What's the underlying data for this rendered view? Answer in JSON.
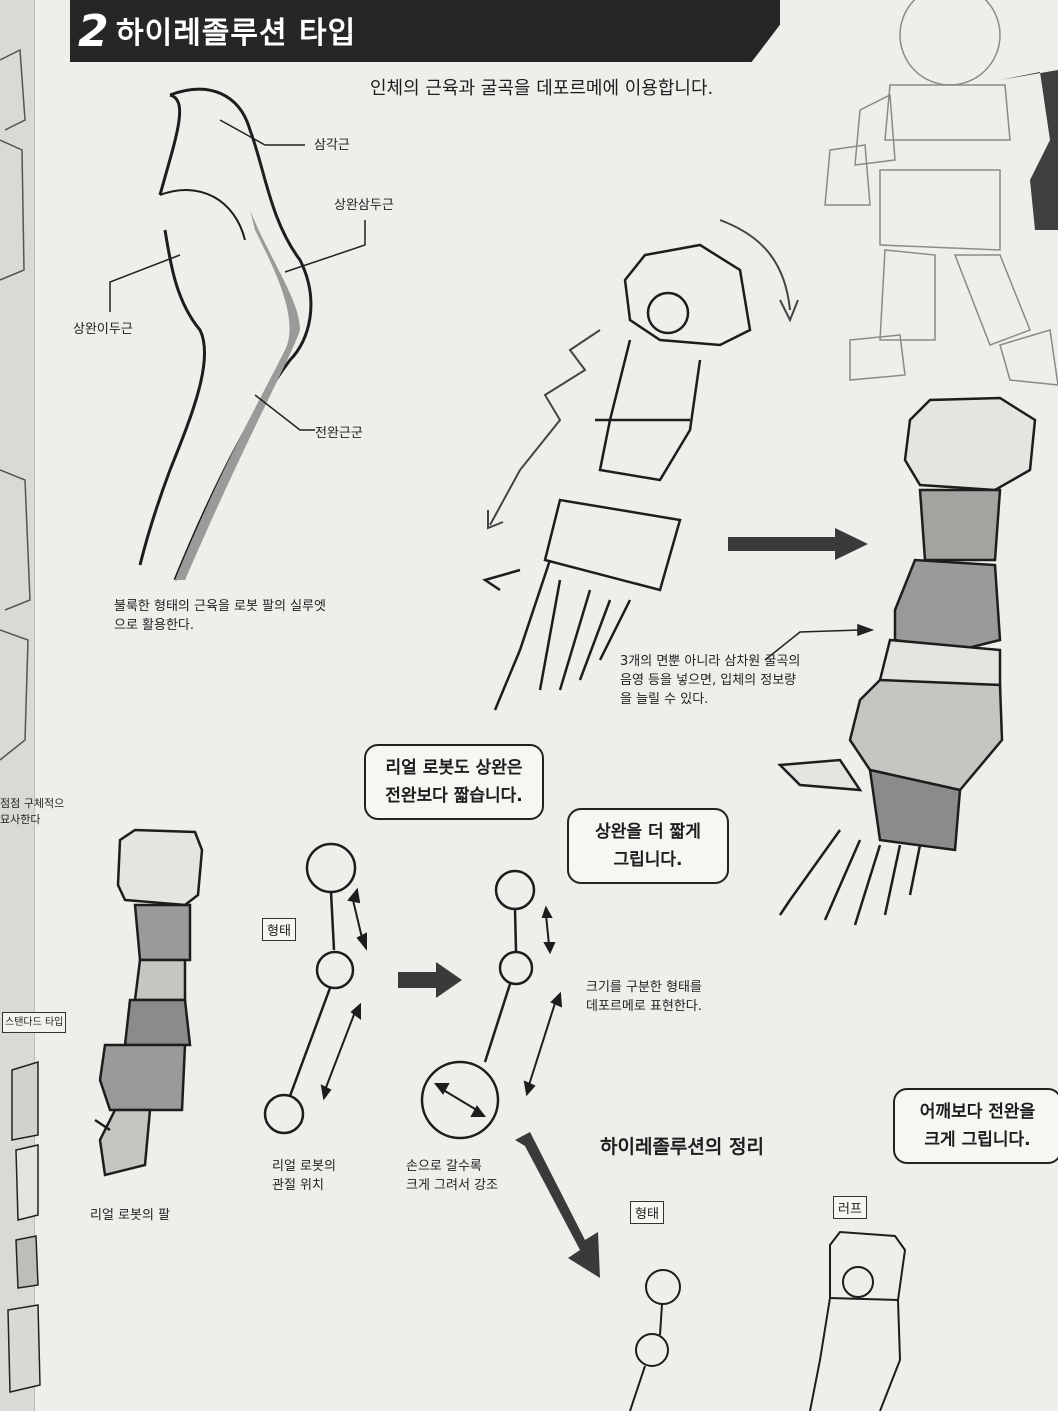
{
  "header": {
    "number": "2",
    "title": "하이레졸루션 타입"
  },
  "subtitle": "인체의 근육과 굴곡을 데포르메에 이용합니다.",
  "muscle_labels": {
    "deltoid": "삼각근",
    "triceps": "상완삼두근",
    "biceps": "상완이두근",
    "forearm": "전완근군"
  },
  "notes": {
    "silhouette_line1": "불룩한 형태의 근육을 로봇 팔의 실루엣",
    "silhouette_line2": "으로 활용한다.",
    "shading_line1": "3개의 면뿐 아니라 삼차원 굴곡의",
    "shading_line2": "음영 등을 넣으면, 입체의 정보량",
    "shading_line3": "을 늘릴 수 있다.",
    "size_line1": "크기를 구분한 형태를",
    "size_line2": "데포르메로 표현한다.",
    "joint_line1": "리얼 로봇의",
    "joint_line2": "관절 위치",
    "hand_line1": "손으로 갈수록",
    "hand_line2": "크게 그려서 강조",
    "real_arm": "리얼 로봇의 팔"
  },
  "bubbles": {
    "b1_line1": "리얼 로봇도 상완은",
    "b1_line2": "전완보다 짧습니다.",
    "b2_line1": "상완을 더 짧게",
    "b2_line2": "그립니다.",
    "b3_line1": "어깨보다 전완을",
    "b3_line2": "크게 그립니다."
  },
  "tags": {
    "shape1": "형태",
    "shape2": "형태",
    "rough": "러프"
  },
  "summary_heading": "하이레졸루션의 정리",
  "margin_notes": {
    "m1": "점점 구체적으",
    "m2": "묘사한다",
    "m3": "스탠다드 타입"
  },
  "colors": {
    "ink": "#1d1d1d",
    "gray_fill": "#9a9a98",
    "dark_fill": "#4a4a4a"
  }
}
